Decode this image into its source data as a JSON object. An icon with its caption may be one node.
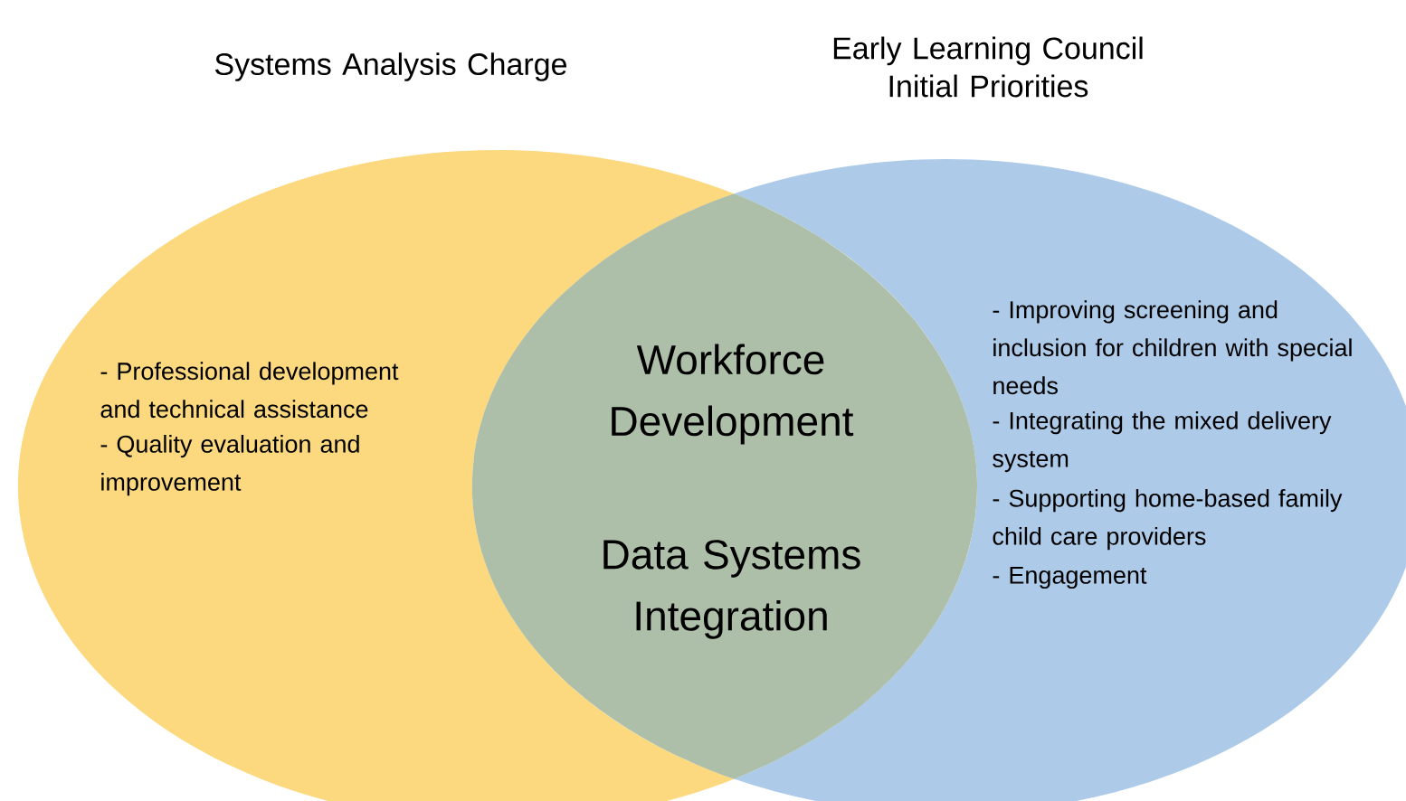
{
  "diagram": {
    "nodes": [
      {
        "text": [
          "Systems Analysis Charge",
          "- Professional development and technical assistance",
          "- Quality evaluation and improvement"
        ]
      },
      {
        "text": [
          "Early Learning Council Initial Priorities",
          "- Improving screening and inclusion for children with special needs",
          "- Integrating the mixed delivery system",
          "- Supporting home-based family child care providers",
          "- Engagement"
        ]
      },
      {
        "text": [
          "Workforce Development",
          "Data Systems Integration"
        ]
      }
    ]
  }
}
